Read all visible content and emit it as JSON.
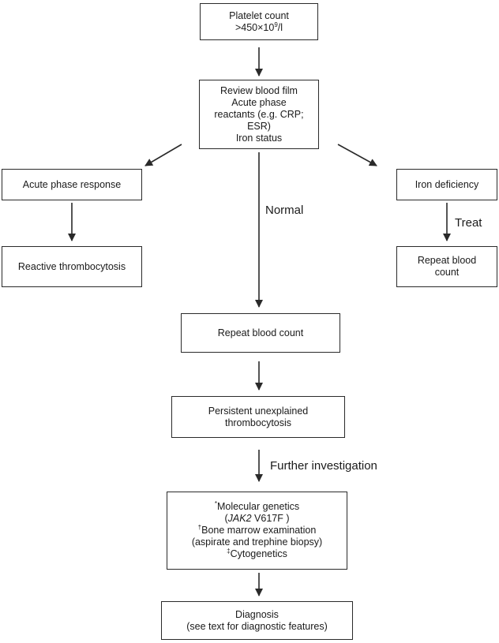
{
  "nodes": {
    "platelet": {
      "line1": "Platelet count",
      "line2_prefix": ">450×10",
      "line2_sup": "9",
      "line2_suffix": "/l"
    },
    "review": {
      "lines": [
        "Review blood film",
        "Acute phase",
        "reactants (e.g. CRP;",
        "ESR)",
        "Iron status"
      ]
    },
    "acute": {
      "label": "Acute phase response"
    },
    "reactive": {
      "label": "Reactive thrombocytosis"
    },
    "iron": {
      "label": "Iron deficiency"
    },
    "repeat_right": {
      "lines": [
        "Repeat blood",
        "count"
      ]
    },
    "repeat_center": {
      "label": "Repeat blood count"
    },
    "persistent": {
      "lines": [
        "Persistent unexplained",
        "thrombocytosis"
      ]
    },
    "investigation": {
      "l1_mark": "*",
      "l1_text": "Molecular genetics",
      "l2_open": "(",
      "l2_gene": "JAK2",
      "l2_rest": " V617F )",
      "l3_mark": "†",
      "l3_text": "Bone marrow examination",
      "l4_text": "(aspirate and trephine biopsy)",
      "l5_mark": "‡",
      "l5_text": "Cytogenetics"
    },
    "diagnosis": {
      "lines": [
        "Diagnosis",
        "(see text for diagnostic features)"
      ]
    }
  },
  "edge_labels": {
    "normal": "Normal",
    "treat": "Treat",
    "further": "Further investigation"
  },
  "colors": {
    "line": "#2a2a2a",
    "text": "#1a1a1a",
    "background": "#ffffff"
  }
}
